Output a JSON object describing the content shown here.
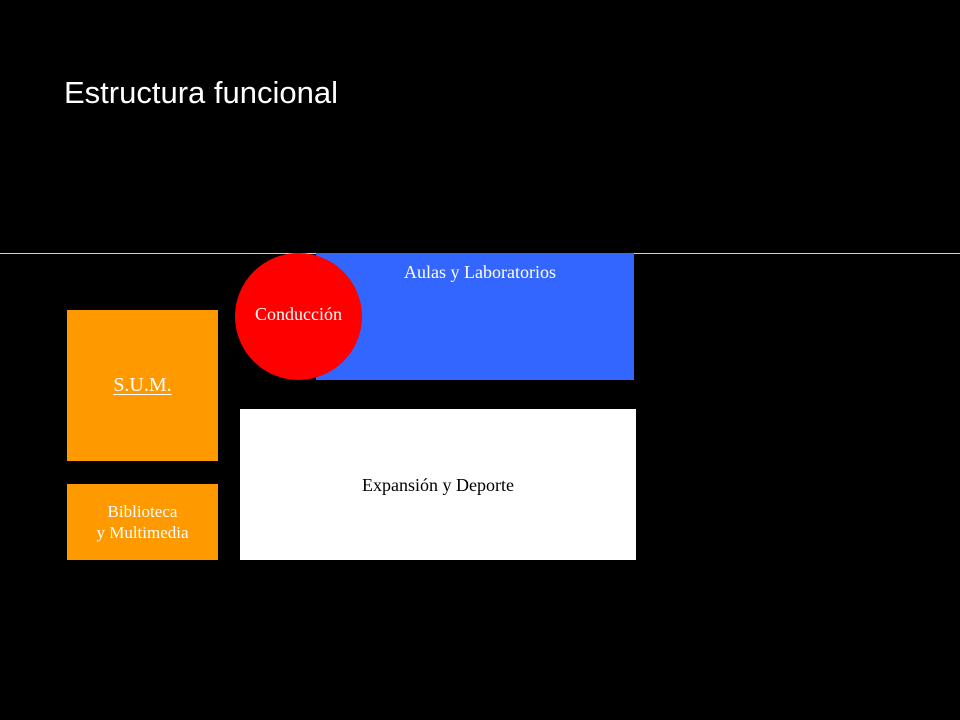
{
  "slide": {
    "title": "Estructura funcional"
  },
  "blocks": {
    "aulas": {
      "label": "Aulas y Laboratorios"
    },
    "conduccion": {
      "label": "Conducción"
    },
    "sum": {
      "label": "S.U.M."
    },
    "expansion": {
      "label": "Expansión y Deporte"
    },
    "biblioteca": {
      "line1": "Biblioteca",
      "line2": "y Multimedia"
    }
  },
  "colors": {
    "background": "#000000",
    "title_text": "#ffffff",
    "divider_line": "#cfcfcf",
    "aulas_fill": "#3366ff",
    "conduccion_fill": "#ff0000",
    "orange_fill": "#ff9900",
    "expansion_fill": "#ffffff",
    "light_text": "#ffffff",
    "dark_text": "#000000"
  }
}
